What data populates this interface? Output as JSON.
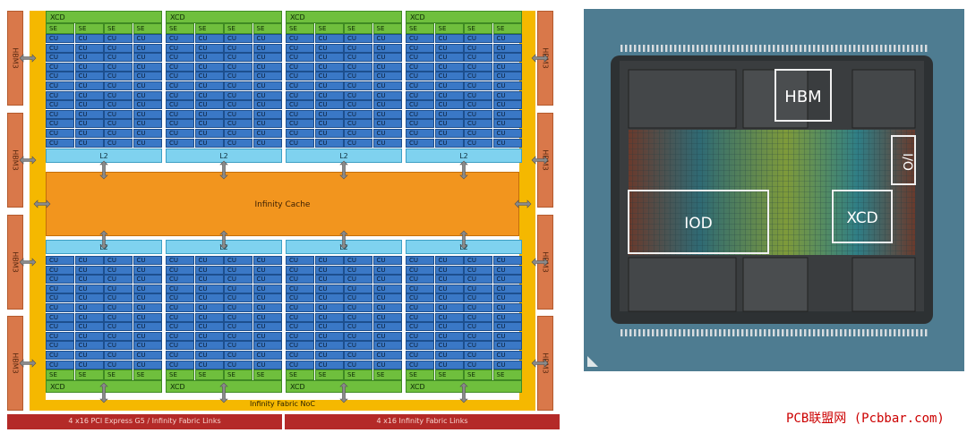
{
  "diagram": {
    "hbm_label": "HBM3",
    "xcd_label": "XCD",
    "se_label": "SE",
    "cu_label": "CU",
    "l2_label": "L2",
    "infinity_cache_label": "Infinity Cache",
    "noc_label": "Infinity Fabric NoC",
    "pcie_left_label": "4 x16 PCI Express G5 / Infinity Fabric Links",
    "pcie_right_label": "4 x16 Infinity Fabric Links"
  },
  "die_photo": {
    "labels": {
      "hbm": "HBM",
      "io": "I/O",
      "iod": "IOD",
      "xcd": "XCD"
    }
  },
  "credit": "PCB联盟网 (Pcbbar.com)"
}
